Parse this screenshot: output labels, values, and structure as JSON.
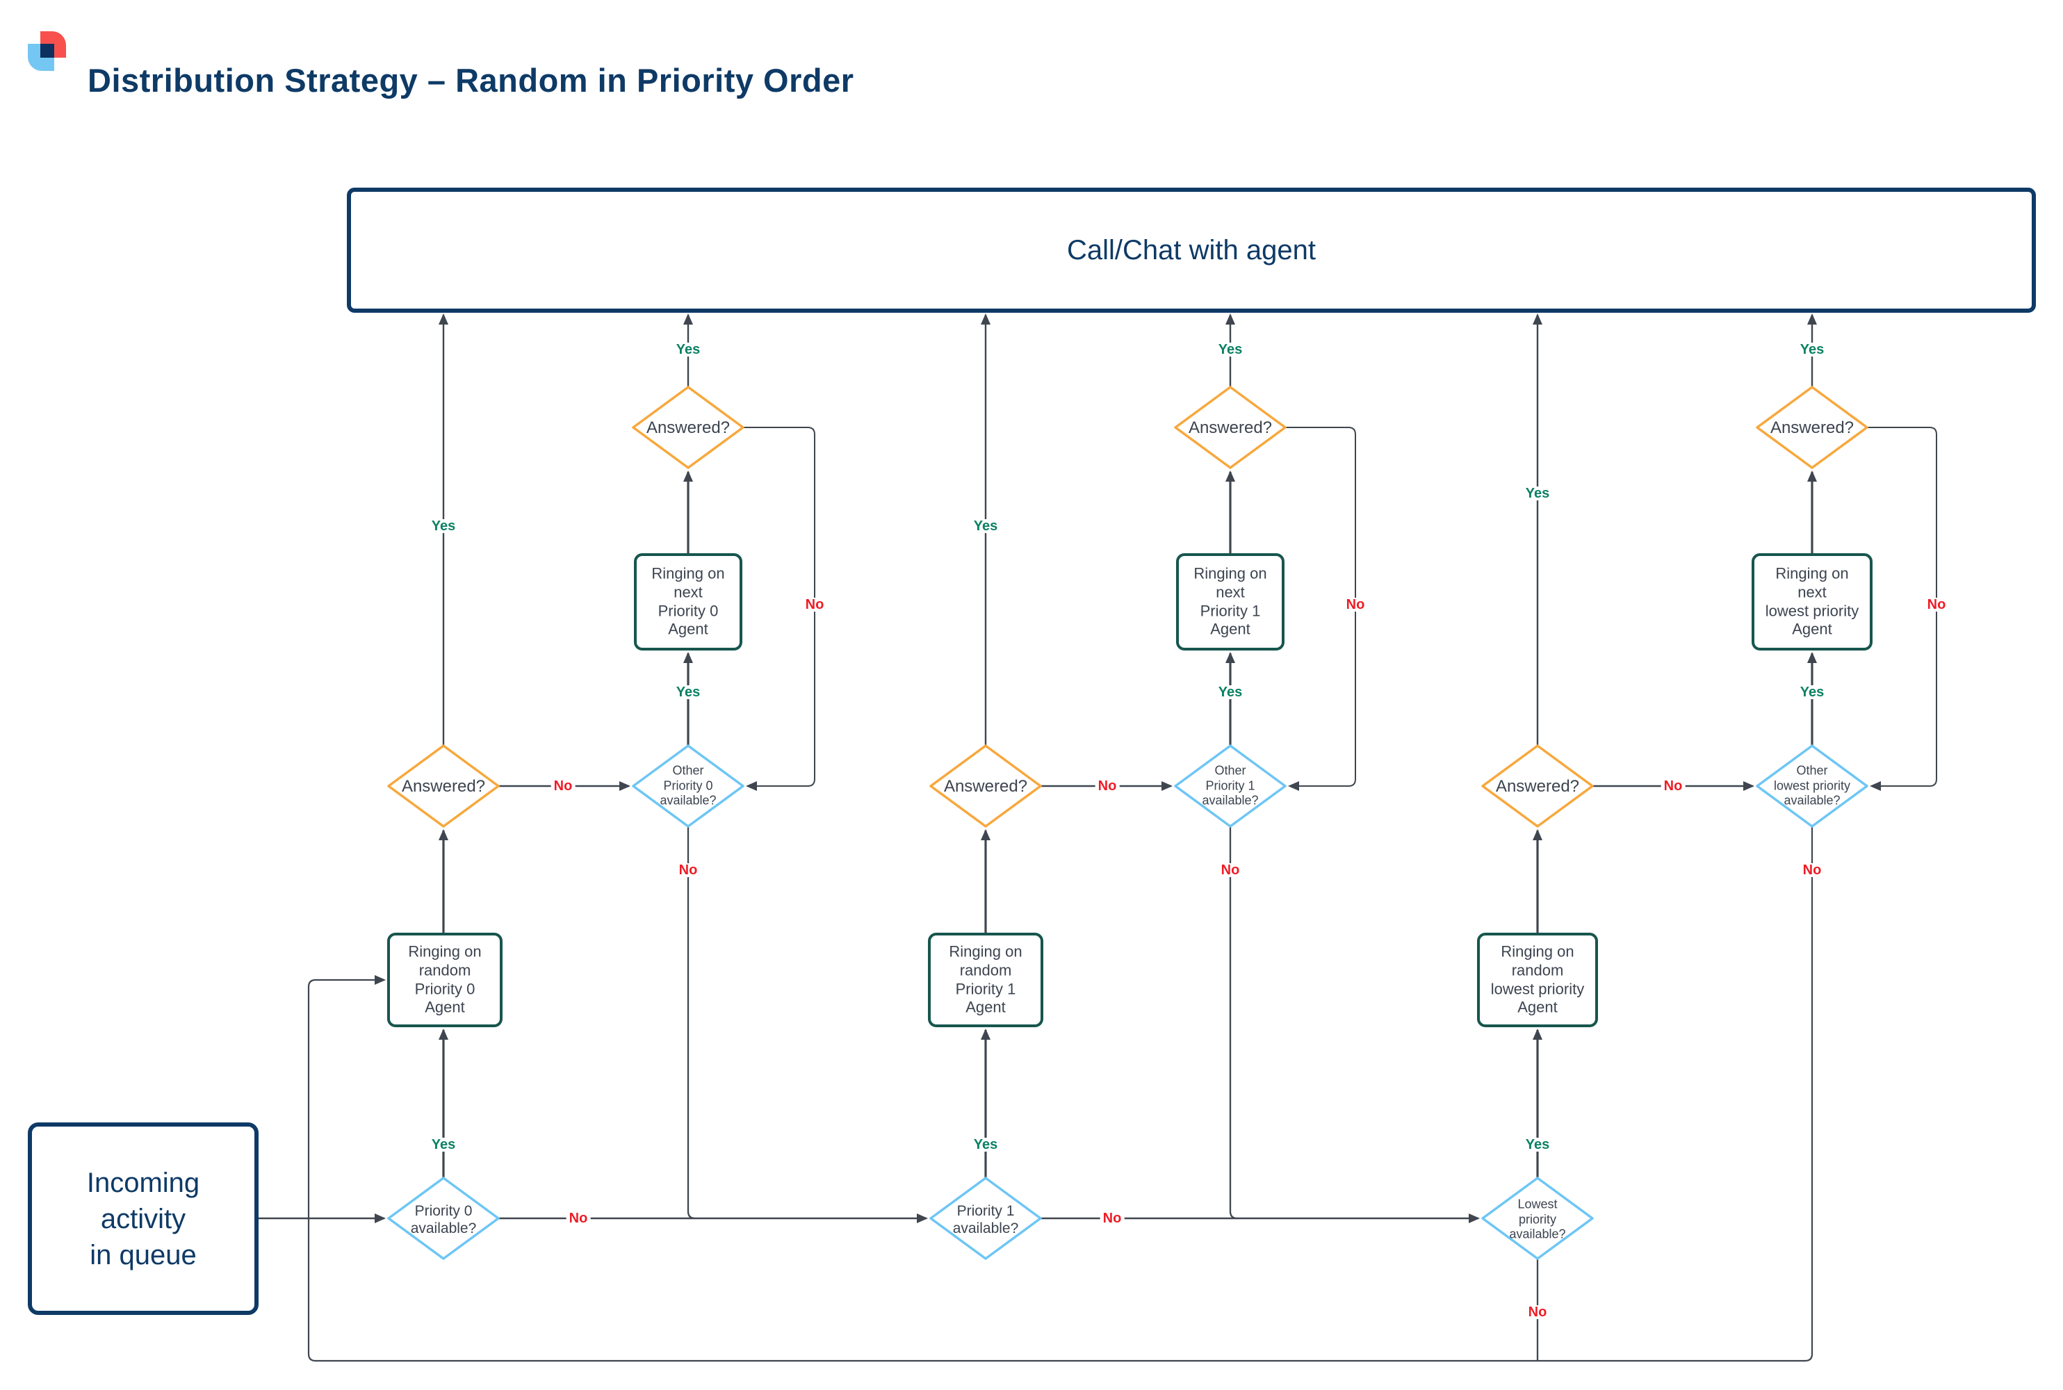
{
  "title": "Distribution Strategy – Random in Priority Order",
  "labels": {
    "yes": "Yes",
    "no": "No"
  },
  "nodes": {
    "call_chat": "Call/Chat with agent",
    "incoming": "Incoming\nactivity\nin queue",
    "columns": [
      {
        "name": "priority-0",
        "available": "Priority 0\navailable?",
        "ring_random": "Ringing on\nrandom\nPriority 0\nAgent",
        "answered": "Answered?",
        "other": "Other\nPriority 0\navailable?",
        "ring_next": "Ringing on\nnext\nPriority 0\nAgent",
        "answered_top": "Answered?"
      },
      {
        "name": "priority-1",
        "available": "Priority 1\navailable?",
        "ring_random": "Ringing on\nrandom\nPriority 1\nAgent",
        "answered": "Answered?",
        "other": "Other\nPriority 1\navailable?",
        "ring_next": "Ringing on\nnext\nPriority 1\nAgent",
        "answered_top": "Answered?"
      },
      {
        "name": "lowest-priority",
        "available": "Lowest\npriority\navailable?",
        "ring_random": "Ringing on\nrandom\nlowest priority\nAgent",
        "answered": "Answered?",
        "other": "Other\nlowest priority\navailable?",
        "ring_next": "Ringing on\nnext\nlowest priority\nAgent",
        "answered_top": "Answered?"
      }
    ]
  },
  "colors": {
    "navy": "#0e3a66",
    "orange": "#f7a83d",
    "light_blue": "#6ec6f5",
    "teal": "#17564e",
    "line": "#3f464f",
    "yes_green": "#0a8163",
    "no_red": "#ee1c25",
    "node_text": "#3c4450",
    "logo_red": "#f8514d",
    "logo_blue": "#74c6f3",
    "logo_navy": "#0d3060"
  }
}
